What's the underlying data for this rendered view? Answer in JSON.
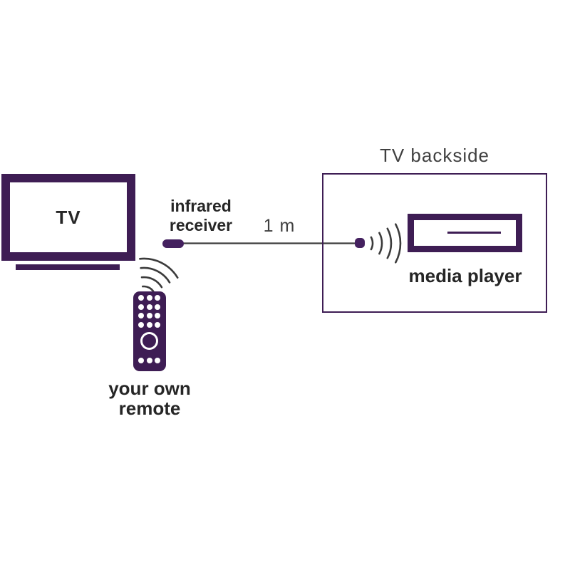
{
  "diagram": {
    "tv": {
      "label": "TV"
    },
    "infrared_receiver": {
      "label_line1": "infrared",
      "label_line2": "receiver"
    },
    "cable": {
      "distance_label": "1 m"
    },
    "tv_backside": {
      "label": "TV backside"
    },
    "media_player": {
      "label": "media player"
    },
    "remote": {
      "label_line1": "your own",
      "label_line2": "remote"
    },
    "colors": {
      "purple": "#3e1d54",
      "chip_purple": "#44215f",
      "text_dark": "#262626",
      "text_light": "#3f3f3f",
      "line": "#3b3b3b",
      "background": "#ffffff"
    }
  }
}
